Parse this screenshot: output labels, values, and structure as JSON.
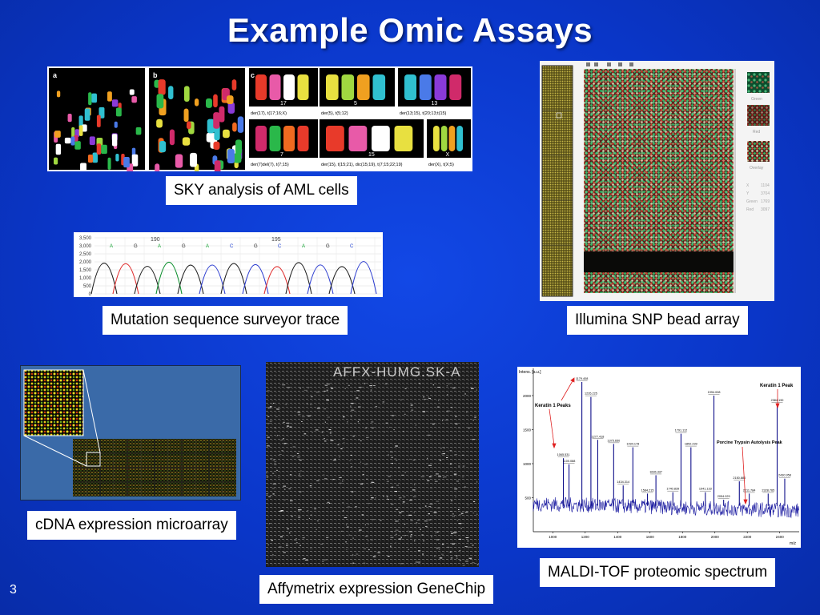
{
  "title": "Example Omic Assays",
  "page_number": "3",
  "captions": {
    "sky": "SKY analysis of AML cells",
    "mutation": "Mutation sequence surveyor trace",
    "illumina": "Illumina SNP bead array",
    "cdna": "cDNA expression microarray",
    "affy": "Affymetrix expression GeneChip",
    "maldi": "MALDI-TOF proteomic spectrum"
  },
  "sky": {
    "panel_letters": [
      "a",
      "b",
      "c"
    ],
    "chrom_numbers": [
      "17",
      "5",
      "13",
      "7",
      "15",
      "X"
    ],
    "labels": [
      "der(17), t(17;16;X)",
      "der(5), t(5;12)",
      "der(13;15), t(20;13;t(15)",
      "der(7)del(7), t(7;15)",
      "der(15), t(15;21), dic(15;19), t(7;15;22;19)",
      "der(X), t(X;5)"
    ]
  },
  "mutation": {
    "y_ticks": [
      "3,500",
      "3,000",
      "2,500",
      "2,000",
      "1,500",
      "1,000",
      "500",
      "0"
    ],
    "positions": [
      "190",
      "195"
    ],
    "bases": [
      "A",
      "G",
      "A",
      "G",
      "A",
      "C",
      "G",
      "C",
      "A",
      "G",
      "C"
    ]
  },
  "illumina": {
    "channels": [
      "Green",
      "Red",
      "Overlay"
    ],
    "stats": [
      {
        "k": "X",
        "v": "1104"
      },
      {
        "k": "Y",
        "v": "3704"
      },
      {
        "k": "Green",
        "v": "1769"
      },
      {
        "k": "Red",
        "v": "3097"
      }
    ]
  },
  "affy": {
    "chip_label": "AFFX-HUMG.SK-A"
  },
  "maldi": {
    "ylabel": "Intens. [a.u.]",
    "xlabel": "m/z",
    "y_ticks": [
      "2000",
      "1500",
      "1000",
      "500"
    ],
    "x_ticks": [
      "1000",
      "1200",
      "1400",
      "1600",
      "1800",
      "2000",
      "2200",
      "2400"
    ],
    "annotations": [
      "Keratin 1 Peaks",
      "Keratin 1 Peak",
      "Porcine Trypsin Autolysis Peak"
    ],
    "peaks": [
      {
        "mz": 1065.531,
        "label": "1065.531",
        "h": 1080
      },
      {
        "mz": 1100.088,
        "label": "1100.088",
        "h": 990
      },
      {
        "mz": 1179.408,
        "label": "1179.408",
        "h": 2200
      },
      {
        "mz": 1235.225,
        "label": "1235.225",
        "h": 1980
      },
      {
        "mz": 1277.418,
        "label": "1277.418",
        "h": 1350
      },
      {
        "mz": 1375.65,
        "label": "1375.650",
        "h": 1290
      },
      {
        "mz": 1434.314,
        "label": "1434.314",
        "h": 680
      },
      {
        "mz": 1494.178,
        "label": "1494.178",
        "h": 1240
      },
      {
        "mz": 1584.215,
        "label": "1584.215",
        "h": 560
      },
      {
        "mz": 1636.337,
        "label": "1636.337",
        "h": 830
      },
      {
        "mz": 1740.839,
        "label": "1740.839",
        "h": 580
      },
      {
        "mz": 1791.112,
        "label": "1791.112",
        "h": 1440
      },
      {
        "mz": 1852.239,
        "label": "1852.239",
        "h": 1240
      },
      {
        "mz": 1941.133,
        "label": "1941.133",
        "h": 580
      },
      {
        "mz": 1994.008,
        "label": "1994.008",
        "h": 2000
      },
      {
        "mz": 2054.029,
        "label": "2054.029",
        "h": 470
      },
      {
        "mz": 2150.88,
        "label": "2150.880",
        "h": 740
      },
      {
        "mz": 2211.784,
        "label": "2211.784",
        "h": 560
      },
      {
        "mz": 2328.765,
        "label": "2328.765",
        "h": 560
      },
      {
        "mz": 2384.19,
        "label": "2384.190",
        "h": 1880
      },
      {
        "mz": 2430.958,
        "label": "2430.958",
        "h": 780
      }
    ]
  }
}
